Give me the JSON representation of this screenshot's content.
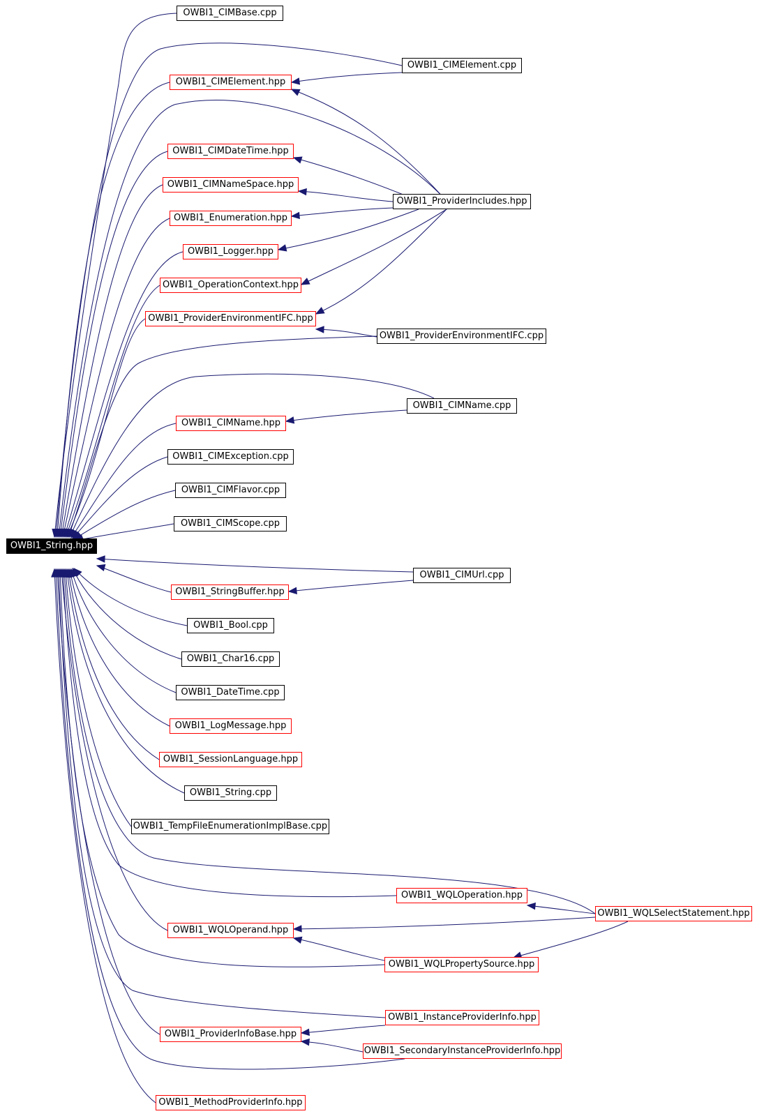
{
  "diagram": {
    "root": "OWBI1_String.hpp",
    "nodes": {
      "cimbase_cpp": "OWBI1_CIMBase.cpp",
      "cimelement_cpp": "OWBI1_CIMElement.cpp",
      "cimelement_hpp": "OWBI1_CIMElement.hpp",
      "cimdatetime_hpp": "OWBI1_CIMDateTime.hpp",
      "cimnamespace_hpp": "OWBI1_CIMNameSpace.hpp",
      "providerincludes_hpp": "OWBI1_ProviderIncludes.hpp",
      "enumeration_hpp": "OWBI1_Enumeration.hpp",
      "logger_hpp": "OWBI1_Logger.hpp",
      "operationcontext_hpp": "OWBI1_OperationContext.hpp",
      "providerenvironmentifc_hpp": "OWBI1_ProviderEnvironmentIFC.hpp",
      "providerenvironmentifc_cpp": "OWBI1_ProviderEnvironmentIFC.cpp",
      "cimname_cpp": "OWBI1_CIMName.cpp",
      "cimname_hpp": "OWBI1_CIMName.hpp",
      "cimexception_cpp": "OWBI1_CIMException.cpp",
      "cimflavor_cpp": "OWBI1_CIMFlavor.cpp",
      "cimscope_cpp": "OWBI1_CIMScope.cpp",
      "cimurl_cpp": "OWBI1_CIMUrl.cpp",
      "stringbuffer_hpp": "OWBI1_StringBuffer.hpp",
      "bool_cpp": "OWBI1_Bool.cpp",
      "char16_cpp": "OWBI1_Char16.cpp",
      "datetime_cpp": "OWBI1_DateTime.cpp",
      "logmessage_hpp": "OWBI1_LogMessage.hpp",
      "sessionlanguage_hpp": "OWBI1_SessionLanguage.hpp",
      "string_cpp": "OWBI1_String.cpp",
      "tempfileenum_cpp": "OWBI1_TempFileEnumerationImplBase.cpp",
      "wqloperation_hpp": "OWBI1_WQLOperation.hpp",
      "wqlselectstatement_hpp": "OWBI1_WQLSelectStatement.hpp",
      "wqloperand_hpp": "OWBI1_WQLOperand.hpp",
      "wqlpropertysource_hpp": "OWBI1_WQLPropertySource.hpp",
      "instanceproviderinfo_hpp": "OWBI1_InstanceProviderInfo.hpp",
      "providerinfobase_hpp": "OWBI1_ProviderInfoBase.hpp",
      "secondaryinstanceproviderinfo_hpp": "OWBI1_SecondaryInstanceProviderInfo.hpp",
      "methodproviderinfo_hpp": "OWBI1_MethodProviderInfo.hpp"
    },
    "colors": {
      "edge": "#191970",
      "linked_node_border": "#ff0000",
      "plain_node_border": "#000000",
      "root_fill": "#000000",
      "root_text": "#ffffff"
    }
  }
}
